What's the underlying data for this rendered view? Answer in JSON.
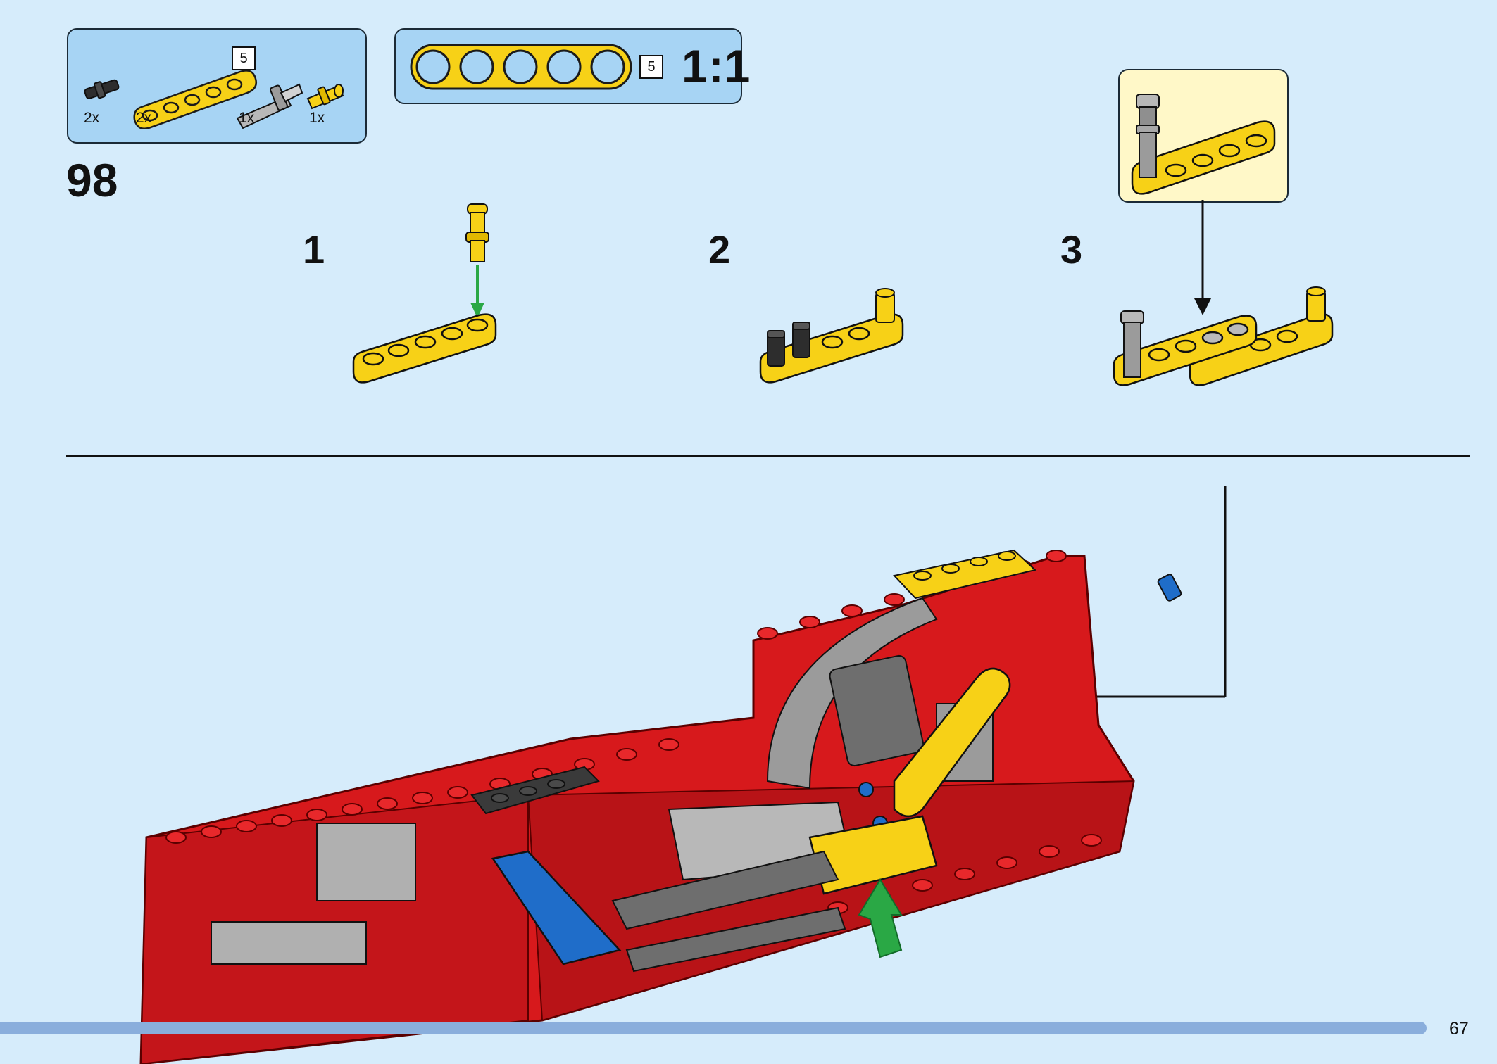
{
  "parts_list": {
    "items": [
      {
        "name": "black-axle-pin",
        "qty": "2x"
      },
      {
        "name": "yellow-beam-5",
        "qty": "2x",
        "length": "5"
      },
      {
        "name": "grey-axle-pin-long",
        "qty": "1x"
      },
      {
        "name": "yellow-pin",
        "qty": "1x"
      }
    ]
  },
  "scale_ruler": {
    "length": "5",
    "scale": "1:1"
  },
  "step": {
    "number": "98"
  },
  "substeps": [
    {
      "label": "1"
    },
    {
      "label": "2"
    },
    {
      "label": "3"
    }
  ],
  "page": {
    "number": "67"
  },
  "colors": {
    "background": "#d6ecfb",
    "panel": "#a7d4f4",
    "callout": "#fff8c8",
    "lego_yellow": "#f7d117",
    "lego_red": "#d7191c",
    "lego_grey": "#9b9b9b",
    "lego_blue": "#1f6dc9",
    "arrow_green": "#2aa845"
  }
}
